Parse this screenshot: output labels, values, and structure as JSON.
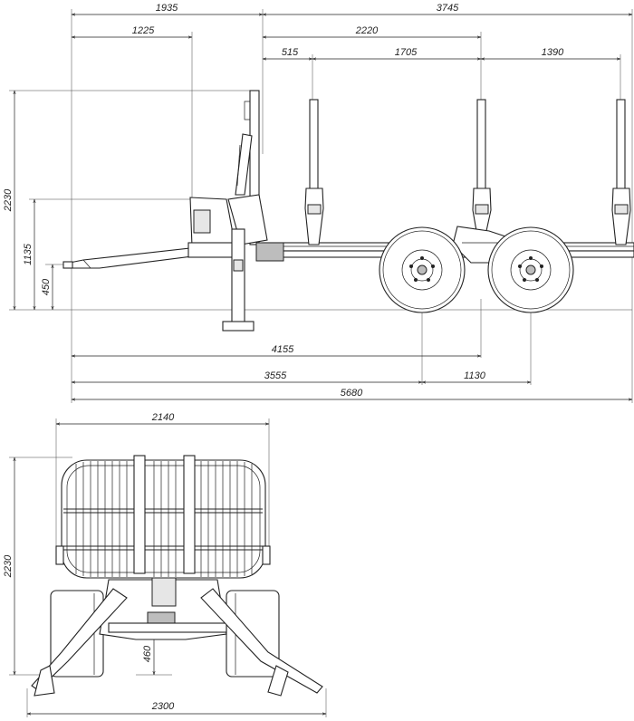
{
  "side_view": {
    "top_dims": {
      "overall_front": "1935",
      "overall_rear": "3745",
      "front_inner": "1225",
      "bunk_span": "2220",
      "post1": "515",
      "post2": "1705",
      "post3": "1390"
    },
    "left_dims": {
      "height_total": "2230",
      "height_mid": "1135",
      "height_low": "450"
    },
    "bottom_dims": {
      "axle_center": "4155",
      "front_to_axle": "3555",
      "axle_spacing": "1130",
      "overall_length": "5680"
    }
  },
  "rear_view": {
    "width_top": "2140",
    "height": "2230",
    "clearance": "460",
    "width_bottom": "2300"
  }
}
